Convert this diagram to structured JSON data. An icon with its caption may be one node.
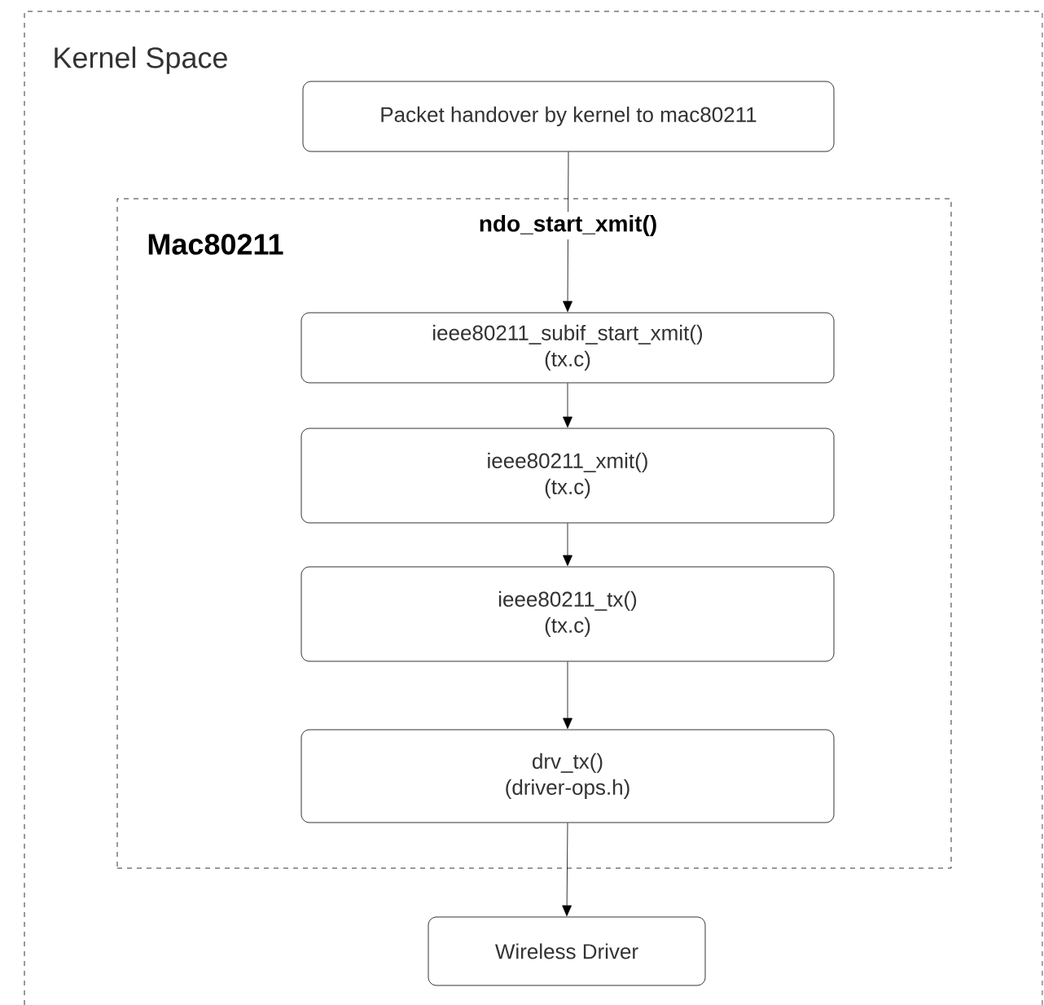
{
  "diagram": {
    "nodes": [
      {
        "text": [
          "Kernel Space"
        ]
      },
      {
        "text": [
          "Packet handover by kernel to mac80211"
        ],
        "in": 0
      },
      {
        "text": [
          "Mac80211"
        ],
        "in": 0
      },
      {
        "text": [
          "ieee80211_subif_start_xmit()",
          "(tx.c)"
        ],
        "in": 2
      },
      {
        "text": [
          "ieee80211_xmit()",
          "(tx.c)"
        ],
        "in": 2
      },
      {
        "text": [
          "ieee80211_tx()",
          "(tx.c)"
        ],
        "in": 2
      },
      {
        "text": [
          "drv_tx()",
          "(driver-ops.h)"
        ],
        "in": 2
      },
      {
        "text": [
          "Wireless Driver"
        ],
        "in": 0
      }
    ],
    "edges": [
      {
        "from": 1,
        "to": 3,
        "arrow": "to",
        "label": "ndo_start_xmit()"
      },
      {
        "from": 3,
        "to": 4,
        "arrow": "to"
      },
      {
        "from": 4,
        "to": 5,
        "arrow": "to"
      },
      {
        "from": 5,
        "to": 6,
        "arrow": "to"
      },
      {
        "from": 6,
        "to": 7,
        "arrow": "to"
      }
    ]
  }
}
